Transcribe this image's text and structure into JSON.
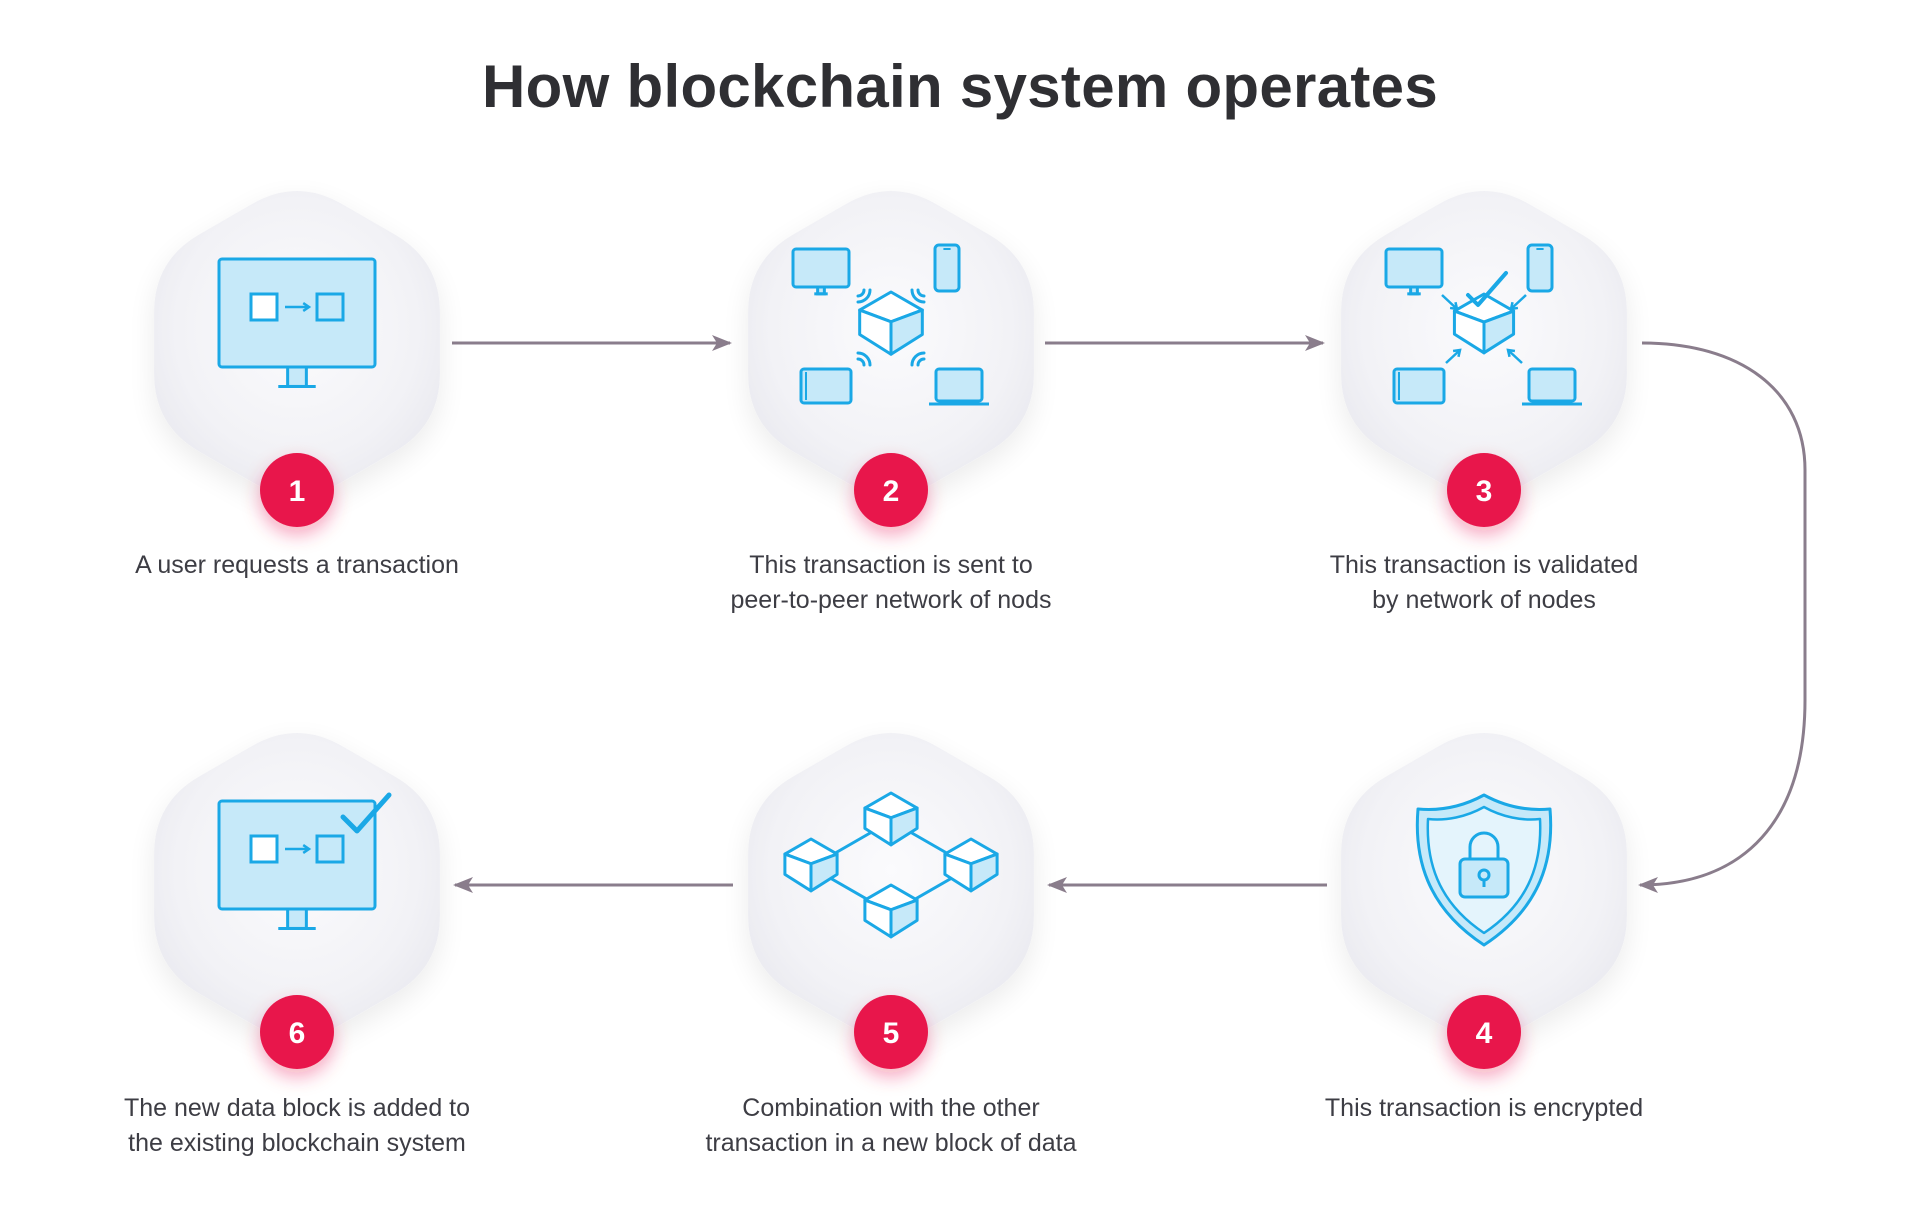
{
  "title": "How blockchain system operates",
  "colors": {
    "accent": "#e8174b",
    "icon_stroke": "#1aa8e6",
    "icon_fill": "#c6e9f9",
    "arrow": "#8a7d8c",
    "hexagon": "#eeeef2",
    "text": "#3d3d44"
  },
  "steps": [
    {
      "number": "1",
      "caption_lines": [
        "A user requests a transaction"
      ],
      "icon": "monitor-transfer-icon"
    },
    {
      "number": "2",
      "caption_lines": [
        "This transaction is sent to",
        "peer-to-peer network of nods"
      ],
      "icon": "peer-network-icon"
    },
    {
      "number": "3",
      "caption_lines": [
        "This transaction is validated",
        "by network of nodes"
      ],
      "icon": "node-validation-icon"
    },
    {
      "number": "4",
      "caption_lines": [
        "This transaction is encrypted"
      ],
      "icon": "shield-lock-icon"
    },
    {
      "number": "5",
      "caption_lines": [
        "Combination with the other",
        "transaction in a new block of data"
      ],
      "icon": "block-chain-icon"
    },
    {
      "number": "6",
      "caption_lines": [
        "The new data block is added to",
        "the existing blockchain system"
      ],
      "icon": "monitor-check-icon"
    }
  ]
}
